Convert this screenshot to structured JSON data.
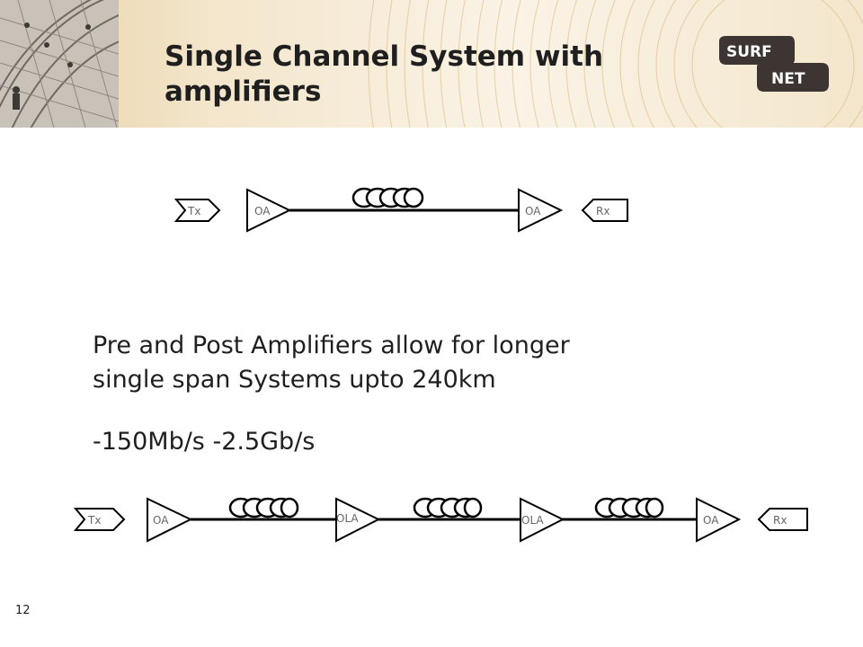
{
  "slide": {
    "title": "Single Channel System with amplifiers",
    "body": {
      "line1": "Pre and Post Amplifiers allow for longer",
      "line2": "single span Systems upto 240km",
      "rate": "-150Mb/s -2.5Gb/s"
    },
    "page_number": "12"
  },
  "logo": {
    "word1": "SURF",
    "word2": "NET"
  },
  "diagram_top": {
    "tx": "Tx",
    "amp1": "OA",
    "amp2": "OA",
    "rx": "Rx"
  },
  "diagram_bottom": {
    "tx": "Tx",
    "amp1": "OA",
    "amp2": "OLA",
    "amp3": "OLA",
    "amp4": "OA",
    "rx": "Rx"
  },
  "colors": {
    "header_tan": "#e9d2a6",
    "logo_dark": "#3c3532",
    "ink": "#1f1f1f"
  }
}
